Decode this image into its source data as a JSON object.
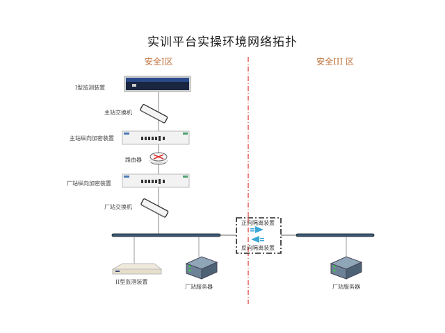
{
  "title": "实训平台实操环境网络拓扑",
  "zones": {
    "left": "安全I区",
    "right": "安全III 区"
  },
  "devices": {
    "type1_monitor": "I型监测装置",
    "master_switch": "主站交换机",
    "master_encrypt": "主站纵向加密装置",
    "router": "路由器",
    "plant_encrypt": "厂站纵向加密装置",
    "plant_switch": "厂站交换机",
    "type2_monitor": "II型监测装置",
    "plant_server_left": "厂站服务器",
    "forward_isolation": "正向隔离装置",
    "reverse_isolation": "反向隔离装置",
    "plant_server_right": "厂站服务器"
  },
  "colors": {
    "zone_text": "#c0703a",
    "divider": "#e03030",
    "isolation_arrow": "#3aa6d6",
    "bus": "#3a5a78"
  }
}
